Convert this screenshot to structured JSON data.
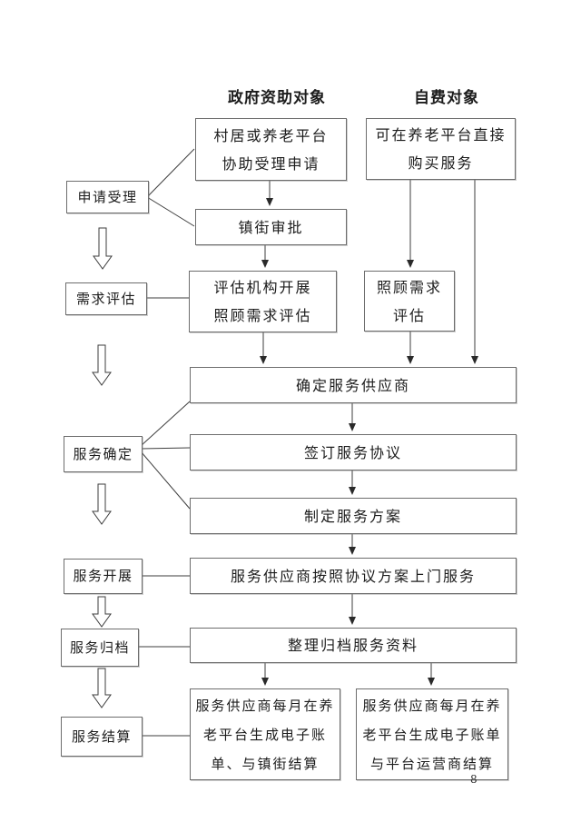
{
  "headers": {
    "government": "政府资助对象",
    "self_pay": "自费对象"
  },
  "stages": [
    "申请受理",
    "需求评估",
    "服务确定",
    "服务开展",
    "服务归档",
    "服务结算"
  ],
  "flow": {
    "village_assist": [
      "村居或养老平台",
      "协助受理申请"
    ],
    "self_purchase": [
      "可在养老平台直接",
      "购买服务"
    ],
    "town_approval": "镇街审批",
    "assess_org": [
      "评估机构开展",
      "照顾需求评估"
    ],
    "care_assess": [
      "照顾需求",
      "评估"
    ],
    "confirm_supplier": "确定服务供应商",
    "sign_agreement": "签订服务协议",
    "make_plan": "制定服务方案",
    "onsite_service": "服务供应商按照协议方案上门服务",
    "archive_material": "整理归档服务资料",
    "settle_town": [
      "服务供应商每月在养",
      "老平台生成电子账",
      "单、与镇街结算"
    ],
    "settle_operator": [
      "服务供应商每月在养",
      "老平台生成电子账单",
      "与平台运营商结算"
    ]
  },
  "page_mark": "8",
  "colors": {
    "border": "#6d6d6d",
    "line": "#3e3e3e",
    "background": "#ffffff",
    "text": "#1c1c1c"
  }
}
